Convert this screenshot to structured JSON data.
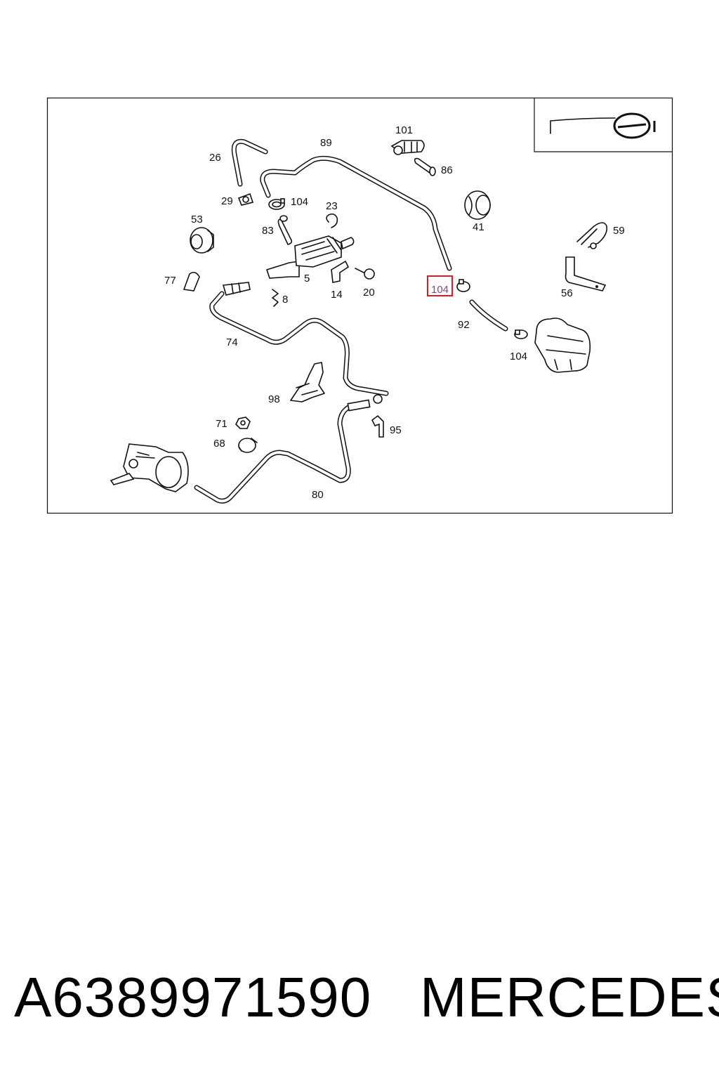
{
  "diagram": {
    "labels": {
      "l26": "26",
      "l89": "89",
      "l101": "101",
      "l86": "86",
      "l29": "29",
      "l104a": "104",
      "l23": "23",
      "l53": "53",
      "l83": "83",
      "l41": "41",
      "l59": "59",
      "l77": "77",
      "l5": "5",
      "l14": "14",
      "l20": "20",
      "l104b": "104",
      "l56": "56",
      "l8": "8",
      "l92": "92",
      "l74": "74",
      "l104c": "104",
      "l98": "98",
      "l71": "71",
      "l95": "95",
      "l68": "68",
      "l80": "80"
    },
    "highlighted_label": "l104b",
    "highlight_color": "#d0202a"
  },
  "footer": {
    "part_number": "A6389971590",
    "brand": "MERCEDES"
  }
}
